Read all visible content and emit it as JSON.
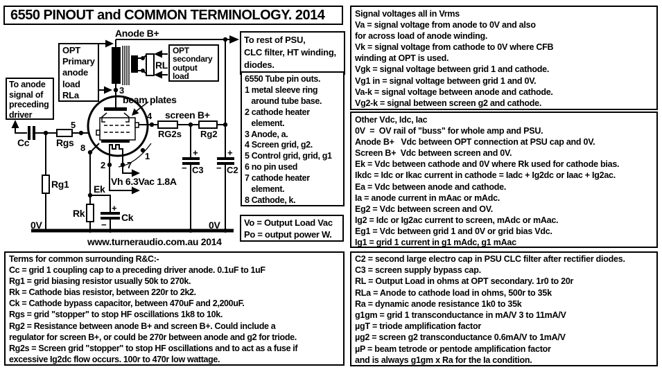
{
  "colors": {
    "ink": "#000000",
    "paper": "#ffffff"
  },
  "title": "6550 PINOUT and COMMON TERMINOLOGY. 2014",
  "schematic": {
    "labels": {
      "anode_b_plus": "Anode B+",
      "screen_b_plus": "screen B+",
      "beam_plates": "beam plates",
      "vh": "Vh 6.3Vac 1.8A",
      "rl": "RL",
      "rg2s": "RG2s",
      "rg2": "Rg2",
      "c3": "C3",
      "c2": "C2",
      "cc": "Cc",
      "rgs": "Rgs",
      "rg1": "Rg1",
      "rk": "Rk",
      "ck": "Ck",
      "ek": "Ek",
      "pin1": "1",
      "pin2": "2",
      "pin3": "3",
      "pin4": "4",
      "pin5": "5",
      "pin7": "7",
      "pin8": "8",
      "plus": "+",
      "minus": "−",
      "zero_v_left": "0V",
      "zero_v_right": "0V",
      "website": "www.turneraudio.com.au  2014"
    },
    "boxes": {
      "to_anode": {
        "lines": [
          "To anode",
          "signal of",
          "preceding",
          "driver"
        ]
      },
      "opt_primary": {
        "lines": [
          "OPT",
          "Primary",
          "anode",
          "load",
          "RLa"
        ]
      },
      "opt_secondary": {
        "lines": [
          "OPT",
          "secondary",
          "output",
          "load"
        ]
      },
      "to_rest_psu": {
        "lines": [
          "To rest of PSU,",
          "CLC filter, HT winding,",
          "diodes."
        ]
      },
      "pinouts": {
        "lines": [
          "6550 Tube pin outs.",
          "1 metal sleeve ring",
          "   around tube base.",
          "2 cathode heater",
          "   element.",
          "3 Anode, a.",
          "4 Screen grid, g2.",
          "5 Control grid, grid, g1",
          "6 no pin used",
          "7 cathode heater",
          "   element.",
          "8 Cathode, k."
        ]
      },
      "vo_po": {
        "lines": [
          "Vo = Output Load Vac",
          "Po = output power W."
        ]
      }
    }
  },
  "panels": {
    "signal": {
      "lines": [
        "Signal voltages all in Vrms",
        "Va = signal voltage from anode to 0V and also",
        "for across load of anode winding.",
        "Vk = signal voltage from cathode to 0V where CFB",
        "winding at OPT is used.",
        "Vgk = signal voltage between grid 1 and cathode.",
        "Vg1 in = signal voltage between grid 1 and 0V.",
        "Va-k = signal voltage between anode and cathode.",
        "Vg2-k = signal between screen g2 and cathode."
      ]
    },
    "other": {
      "lines": [
        "Other Vdc, Idc, Iac",
        "0V  =  OV rail of \"buss\" for whole amp and PSU.",
        "Anode B+   Vdc between OPT connection at PSU cap and 0V.",
        "Screen B+  Vdc between screen and 0V.",
        "Ek = Vdc between cathode and 0V where Rk used for cathode bias.",
        "Ikdc = Idc or Ikac current in cathode = Iadc + Ig2dc or Iaac + Ig2ac.",
        "Ea = Vdc between anode and cathode.",
        "Ia = anode current in mAac or mAdc.",
        "Eg2 = Vdc between screen and OV.",
        "Ig2 = Idc or Ig2ac current to screen, mAdc or mAac.",
        "Eg1 = Vdc between grid 1 and 0V or grid bias Vdc.",
        "Ig1 = grid 1 current in g1 mAdc, g1 mAac"
      ]
    },
    "rc_terms": {
      "lines": [
        "Terms for common surrounding R&C:-",
        "Cc = grid 1 coupling cap to a preceding driver anode. 0.1uF to 1uF",
        "Rg1 = grid biasing resistor usually 50k to 270k.",
        "Rk = Cathode bias resistor, between 220r to 2k2.",
        "Ck = Cathode bypass capacitor, between 470uF and 2,200uF.",
        "Rgs = grid \"stopper\" to stop HF oscillations 1k8 to 10k.",
        "Rg2 = Resistance between anode B+ and screen B+. Could include a",
        "regulator for screen B+, or could be 270r between anode and g2 for triode.",
        "Rg2s = Screen grid \"stopper\" to stop HF oscillations and to act as a fuse if",
        "excessive Ig2dc flow occurs. 100r to 470r low wattage."
      ]
    },
    "component_terms": {
      "lines": [
        "C2 = second large electro cap in PSU CLC filter after rectifier diodes.",
        "C3 = screen supply bypass cap.",
        "RL = Output Load in ohms at OPT secondary. 1r0 to 20r",
        "RLa = Anode to cathode load in ohms, 500r to 35k",
        "Ra = dynamic anode resistance 1k0 to 35k",
        "g1gm = grid 1 transconductance in mA/V 3 to 11mA/V",
        "µgT = triode amplification factor",
        "µg2 = screen g2 transconductance 0.6mA/V to 1mA/V",
        "µP = beam tetrode or pentode amplification factor",
        "and is always g1gm x Ra for the Ia condition."
      ]
    }
  }
}
